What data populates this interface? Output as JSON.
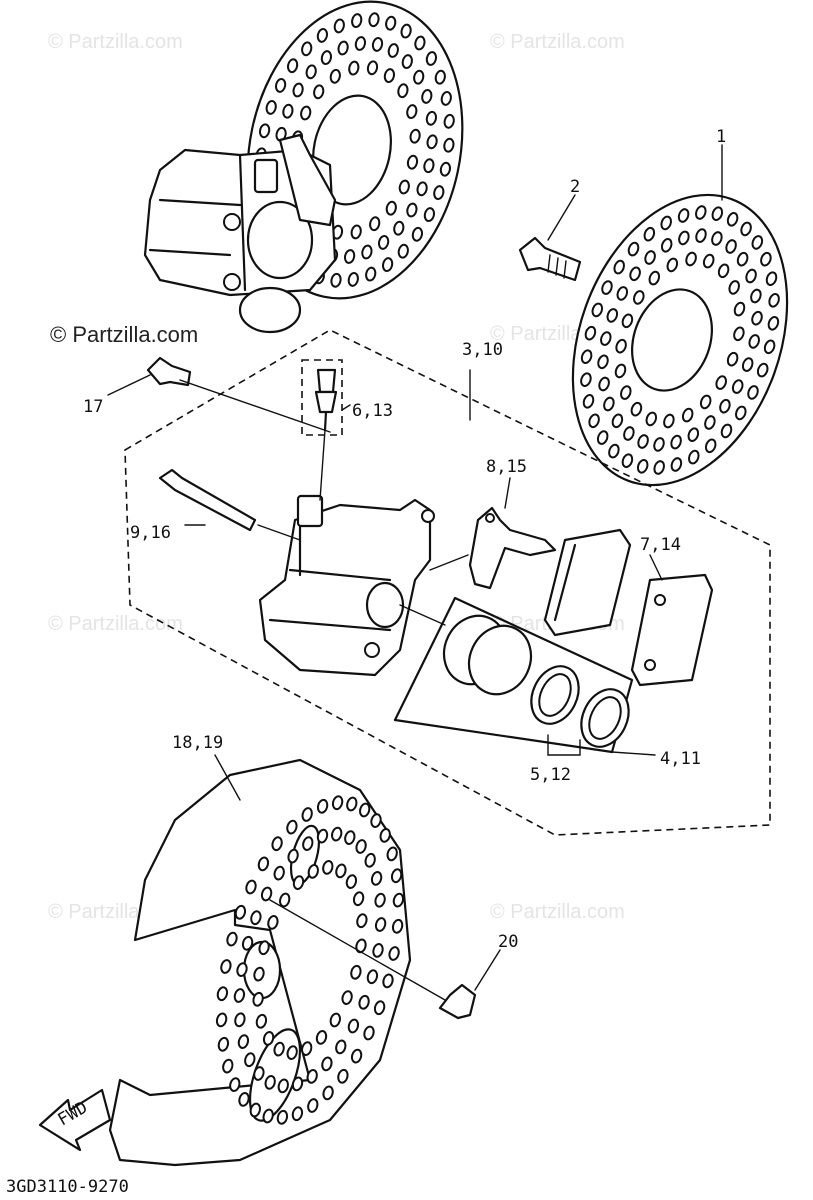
{
  "watermark": {
    "text": "© Partzilla.com"
  },
  "callouts": {
    "c1": "1",
    "c2": "2",
    "c3": "3,10",
    "c6": "6,13",
    "c8": "8,15",
    "c17": "17",
    "c9": "9,16",
    "c7": "7,14",
    "c4": "4,11",
    "c5": "5,12",
    "c18": "18,19",
    "c20": "20"
  },
  "fwd_label": "FWD",
  "diagram_code": "3GD3110-9270"
}
